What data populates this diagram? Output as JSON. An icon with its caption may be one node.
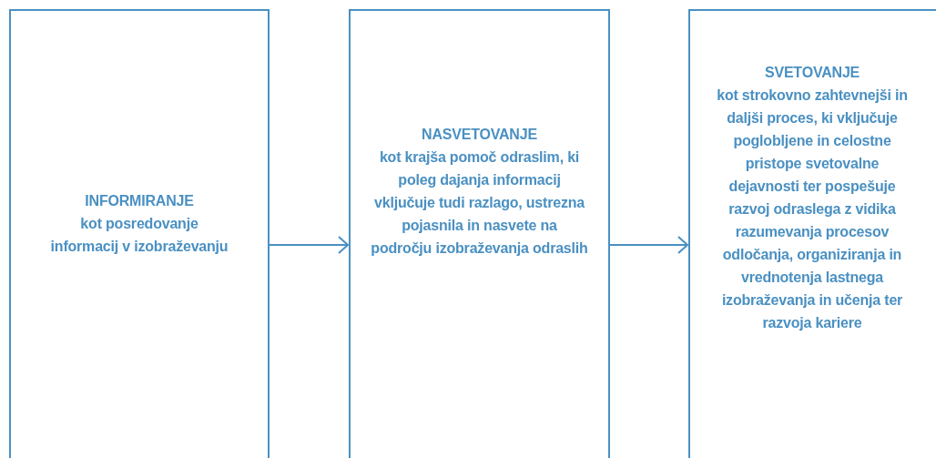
{
  "diagram": {
    "nodes": [
      {
        "text": [
          "INFORMIRANJE",
          "kot posredovanje informacij v izobraževanju"
        ]
      },
      {
        "text": [
          "NASVETOVANJE",
          "kot krajša pomoč odraslim, ki poleg dajanja informacij vključuje tudi razlago, ustrezna pojasnila in nasvete na področju izobraževanja odraslih"
        ]
      },
      {
        "text": [
          "SVETOVANJE",
          "kot strokovno zahtevnejši in daljši proces, ki vključuje poglobljene in celostne pristope svetovalne dejavnosti ter pospešuje razvoj odraslega z vidika razumevanja procesov odločanja, organiziranja in vrednotenja lastnega izobraževanja in učenja ter razvoja kariere"
        ]
      }
    ],
    "edges": [
      {
        "from": 0,
        "to": 1,
        "arrow": "to"
      },
      {
        "from": 1,
        "to": 2,
        "arrow": "to"
      }
    ]
  }
}
